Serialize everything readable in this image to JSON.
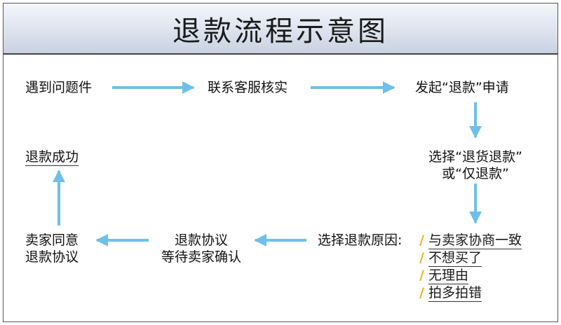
{
  "title": "退款流程示意图",
  "steps": {
    "problem": "遇到问题件",
    "contact": "联系客服核实",
    "apply": "发起“退款”申请",
    "choose_type_line1": "选择“退货退款”",
    "choose_type_line2": "或“仅退款”",
    "choose_reason": "选择退款原因:",
    "agreement_line1": "退款协议",
    "agreement_line2": "等待卖家确认",
    "seller_line1": "卖家同意",
    "seller_line2": "退款协议",
    "success": "退款成功"
  },
  "reasons": [
    "与卖家协商一致",
    "不想买了",
    "无理由",
    "拍多拍错"
  ],
  "colors": {
    "arrow": "#6ec0ea",
    "slash": "#f2b01e"
  }
}
